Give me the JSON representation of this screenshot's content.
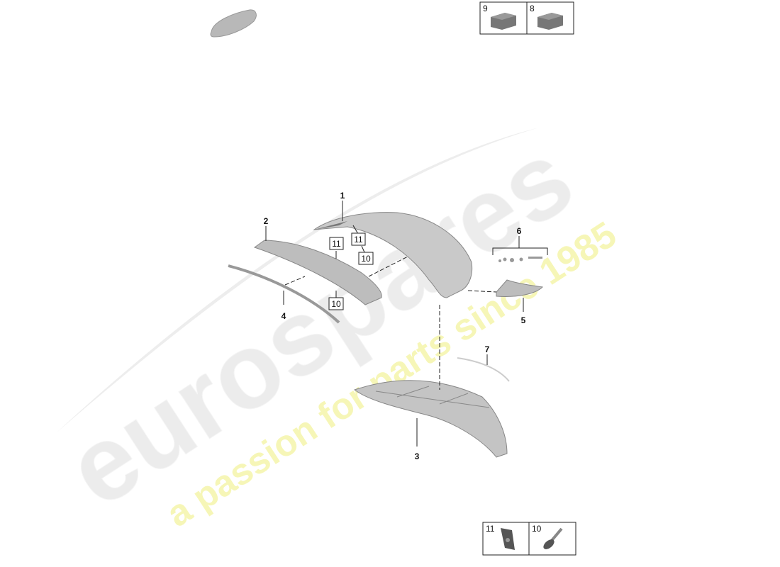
{
  "diagram": {
    "callouts": {
      "c1": "1",
      "c2": "2",
      "c3": "3",
      "c4": "4",
      "c5": "5",
      "c6": "6",
      "c7": "7",
      "box11a": "11",
      "box10a": "10",
      "box11b": "11",
      "box10b": "10"
    },
    "legend_top": [
      {
        "number": "9",
        "icon": "kit-box-icon"
      },
      {
        "number": "8",
        "icon": "kit-box-icon"
      }
    ],
    "legend_bottom": [
      {
        "number": "11",
        "icon": "clip-nut-icon"
      },
      {
        "number": "10",
        "icon": "screw-icon"
      }
    ],
    "watermark": {
      "brand": "eurospares",
      "tagline": "a passion for parts since 1985",
      "brand_color": "#e8e8e8",
      "tagline_color": "#f5f5a8"
    }
  }
}
